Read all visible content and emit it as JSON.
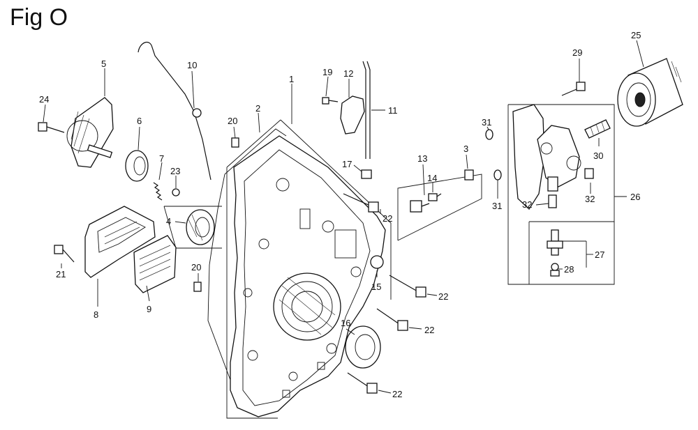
{
  "figure": {
    "title": "Fig O"
  },
  "callouts": {
    "p1": "1",
    "p2": "2",
    "p3": "3",
    "p4": "4",
    "p5": "5",
    "p6": "6",
    "p7": "7",
    "p8": "8",
    "p9": "9",
    "p10": "10",
    "p11": "11",
    "p12": "12",
    "p13": "13",
    "p14": "14",
    "p15": "15",
    "p16": "16",
    "p17": "17",
    "p19": "19",
    "p20": "20",
    "p21": "21",
    "p22": "22",
    "p23": "23",
    "p24": "24",
    "p25": "25",
    "p26": "26",
    "p27": "27",
    "p28": "28",
    "p29": "29",
    "p30": "30",
    "p31": "31",
    "p32": "32"
  }
}
